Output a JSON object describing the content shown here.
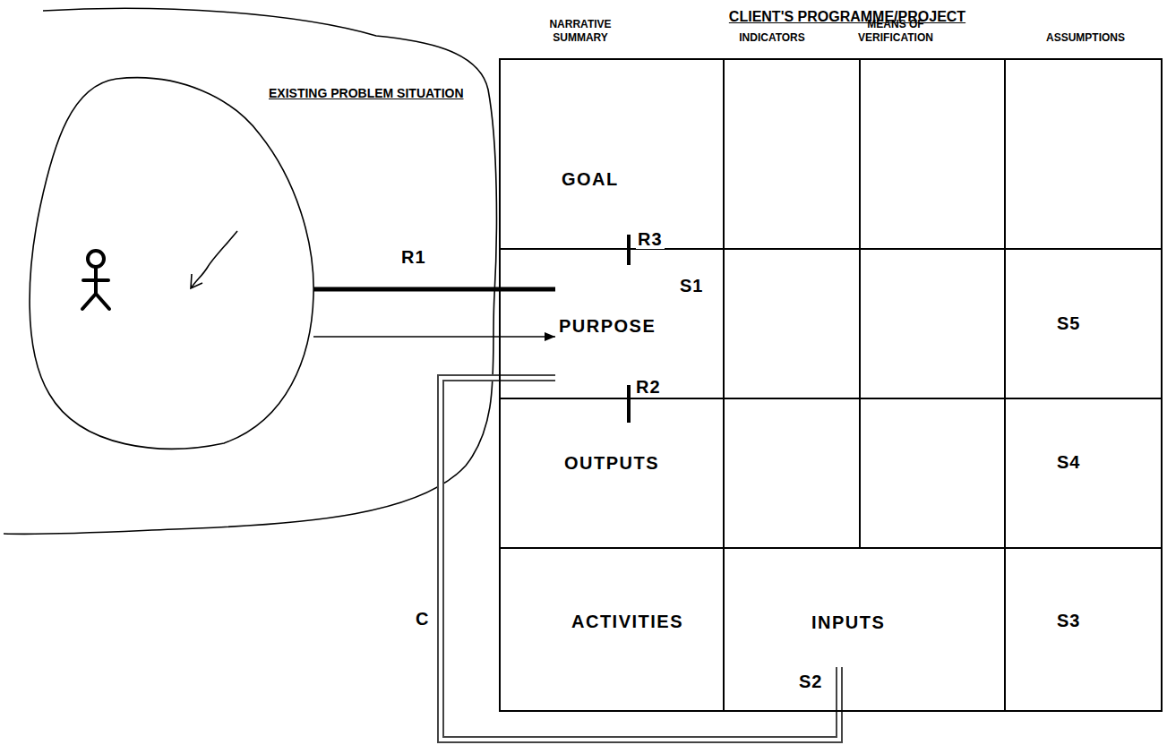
{
  "diagram": {
    "nodes": [
      {
        "text": [
          "EXISTING PROBLEM SITUATION"
        ]
      },
      {
        "text": [
          "CLIENT'S PROGRAMME/PROJECT"
        ]
      },
      {
        "text": [
          "GOAL"
        ],
        "in": 1
      },
      {
        "text": [
          "PURPOSE"
        ],
        "in": 1
      },
      {
        "text": [
          "OUTPUTS"
        ],
        "in": 1
      },
      {
        "text": [
          "ACTIVITIES"
        ],
        "in": 1
      },
      {
        "text": [
          "INPUTS"
        ],
        "in": 1
      }
    ],
    "edges": [
      {
        "from": 0,
        "to": 3,
        "arrow": "none",
        "label": "R1"
      },
      {
        "from": 0,
        "to": 3,
        "arrow": "to"
      },
      {
        "from": 3,
        "to": 6,
        "arrow": "none",
        "label": "C"
      }
    ],
    "labels": [
      "NARRATIVE SUMMARY",
      "INDICATORS",
      "MEANS OF VERIFICATION",
      "ASSUMPTIONS",
      "R3",
      "S1",
      "S5",
      "R2",
      "S4",
      "S3",
      "S2"
    ]
  }
}
